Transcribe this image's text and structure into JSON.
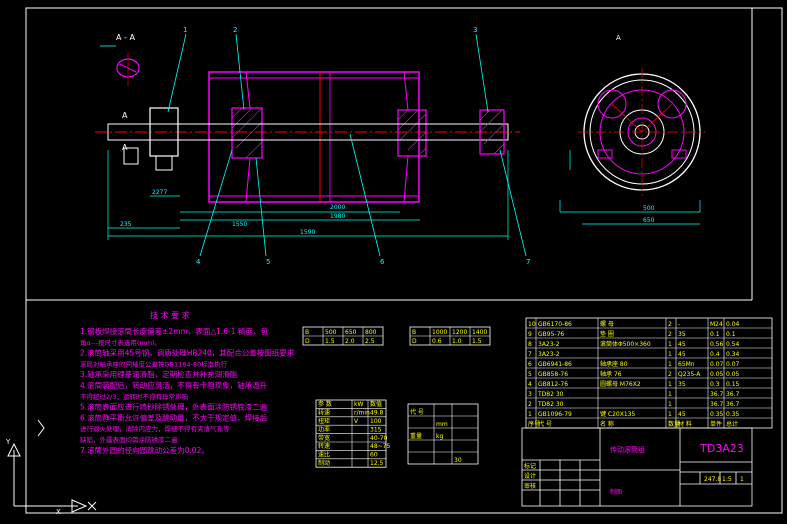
{
  "colors": {
    "background": "#000000",
    "frame": "#ffffff",
    "part_outline": "#ff00ff",
    "dimension": "#00ffff",
    "centerline": "#ff0000",
    "hatch": "#ff00ff",
    "note_text": "#ff00ff",
    "table_text": "#ffff00",
    "title_text": "#ff00ff",
    "ucs": "#ffffff"
  },
  "section_label": "A - A",
  "view_label_right": "A",
  "callouts": [
    "1",
    "2",
    "3",
    "4",
    "5",
    "6",
    "7"
  ],
  "dimensions": {
    "d1": "235",
    "d2": "2000",
    "d3": "1980",
    "d4": "1550",
    "d5": "1590",
    "d6": "2277",
    "d7": "500",
    "d8": "650"
  },
  "notes": {
    "heading": "技 术 要 求",
    "items": [
      "1.钢板焊接滚筒长度偏差±2mm，表面△1.6-1 精度，包",
      "   角α---按尺寸表选用(mm)。",
      "2.滚筒轴采用45号钢，调质处理HB240，其配合公差按图纸要求",
      "   滚筒对轴承座的同轴度公差按GB1184-80标准执行",
      "3.轴承采用锂基润滑脂，定期检查并补充润滑脂",
      "4.滚筒装配后，转动应灵活，不得有卡阻现象，轴承温升",
      "   不得超过2/3，运转时不得有异常声响",
      "5.滚筒表面应进行喷砂除锈处理，外表面涂防锈底漆二遍",
      "6.滚筒静平衡允许偏差及跳动量，不大于规定值，焊接后",
      "   进行退火处理，消除内应力，焊缝不得有夹渣气孔等",
      "   缺陷，外露表面均需涂防锈漆二遍",
      "7.滚筒外圆的径向圆跳动公差为0.02。"
    ]
  },
  "table_a": {
    "rows": [
      [
        "B",
        "500",
        "650",
        "800"
      ],
      [
        "D",
        "1.5",
        "2.0",
        "2.5"
      ]
    ]
  },
  "table_b": {
    "rows": [
      [
        "B",
        "1000",
        "1200",
        "1400"
      ],
      [
        "D",
        "0.6",
        "1.0",
        "1.5"
      ]
    ]
  },
  "table_c": {
    "rows": [
      [
        "参 数",
        "kW",
        "数值"
      ],
      [
        "转速",
        "r/min",
        "49.8"
      ],
      [
        "扭矩",
        "V",
        "100"
      ],
      [
        "功率",
        "",
        "315"
      ],
      [
        "带宽",
        "",
        "40-70"
      ],
      [
        "转速",
        "",
        "48~75"
      ],
      [
        "速比",
        "",
        "60"
      ],
      [
        "制动",
        "",
        "12.5"
      ]
    ]
  },
  "table_d": {
    "rows": [
      [
        "代 号",
        "",
        ""
      ],
      [
        "",
        "mm",
        ""
      ],
      [
        "重量",
        "kg",
        ""
      ],
      [
        "",
        "",
        ""
      ],
      [
        "",
        "",
        "30"
      ]
    ]
  },
  "bom": {
    "rows": [
      [
        "10",
        "GB6170-86",
        "螺 母",
        "2",
        "-",
        "M24",
        "0.04"
      ],
      [
        "9",
        "GB95-76",
        "垫 圈",
        "2",
        "35",
        "0.1",
        "0.1"
      ],
      [
        "8",
        "3A23-2",
        "滚筒体Φ500×360",
        "1",
        "45",
        "0.56",
        "0.54"
      ],
      [
        "7",
        "3A23-2",
        "",
        "1",
        "45",
        "0.4",
        "0.34"
      ],
      [
        "6",
        "GB6941-86",
        "轴承座 80",
        "1",
        "65Mn",
        "0.07",
        "0.07"
      ],
      [
        "5",
        "GB858-76",
        "轴承 76",
        "2",
        "Q235-A",
        "0.05",
        "0.05"
      ],
      [
        "4",
        "GB812-76",
        "圆螺母 M76X2",
        "1",
        "35",
        "0.3",
        "0.15"
      ],
      [
        "3",
        "TD82 30",
        "",
        "1",
        "",
        "36.7",
        "36.7"
      ],
      [
        "2",
        "TD82 30",
        "",
        "1",
        "",
        "36.7",
        "36.7"
      ],
      [
        "1",
        "GB1096-79",
        "键 C20X135",
        "1",
        "45",
        "0.35",
        "0.35"
      ]
    ],
    "header": [
      "序号",
      "代 号",
      "名 称",
      "数量",
      "材 料",
      "单件",
      "总计"
    ]
  },
  "title_block": {
    "drawing_no": "TD3A23",
    "part_name": "传动滚筒组",
    "scale": "1:5",
    "sheet": "1",
    "weight": "247.8",
    "left_label": "标记",
    "designer_label": "设计",
    "checker_label": "审核",
    "drawn_label": "制图"
  },
  "ucs": {
    "x_label": "X",
    "y_label": "Y"
  }
}
